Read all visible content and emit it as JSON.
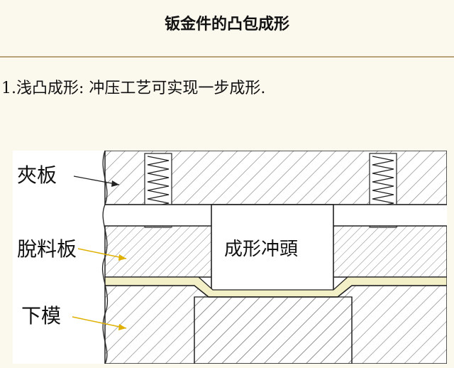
{
  "header": {
    "title": "钣金件的凸包成形",
    "subtitle": "1.浅凸成形: 冲压工艺可实现一步成形."
  },
  "diagram": {
    "labels": {
      "clamp_plate": "夾板",
      "stripper_plate": "脫料板",
      "lower_die": "下模",
      "forming_punch": "成形冲頭"
    },
    "colors": {
      "hatch": "#777777",
      "outline": "#222222",
      "sheet": "#f3f0c8",
      "arrow": "#e0b000",
      "background": "#ffffff"
    }
  }
}
